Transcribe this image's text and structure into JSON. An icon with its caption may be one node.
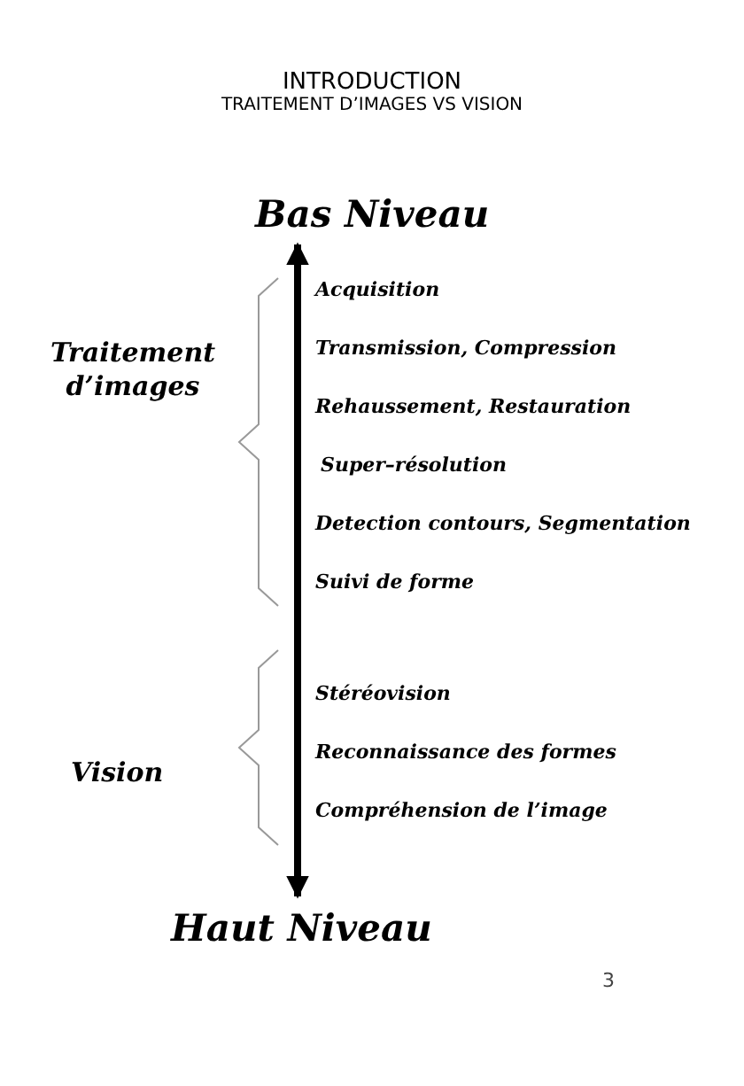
{
  "diagram": {
    "title": "INTRODUCTION",
    "nodes": [
      {
        "text": [
          "Bas Niveau"
        ]
      },
      {
        "text": [
          "Haut Niveau"
        ]
      }
    ],
    "edges": [
      {
        "from": 0,
        "to": 1,
        "arrow": "both"
      }
    ],
    "labels": [
      "TRAITEMENT D’IMAGES VS VISION",
      "Traitement d’images",
      "Acquisition",
      "Transmission, Compression",
      "Rehaussement, Restauration",
      "Super–résolution",
      "Detection contours, Segmentation",
      "Suivi de forme",
      "Vision",
      "Stéréovision",
      "Reconnaissance des formes",
      "Compréhension de l’image",
      "3"
    ]
  }
}
